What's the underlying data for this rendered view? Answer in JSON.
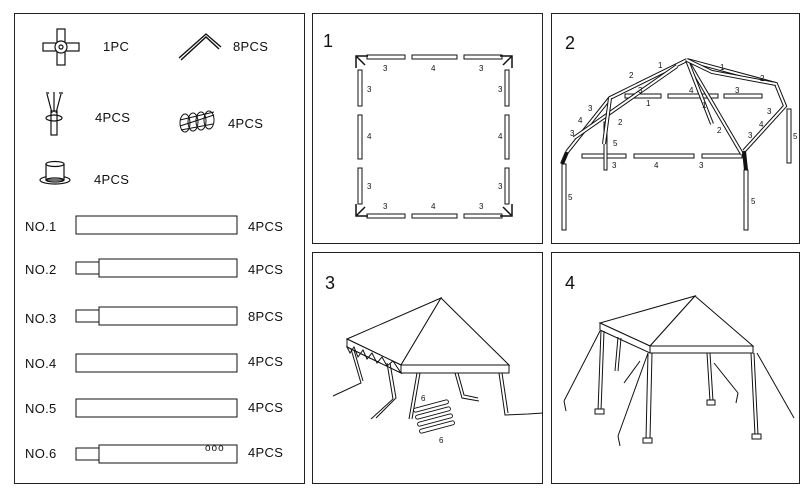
{
  "parts": {
    "hub": {
      "qty": "1PC",
      "icon": "cross-hub-icon"
    },
    "bracket": {
      "qty": "8PCS",
      "icon": "angle-bracket-icon"
    },
    "foot": {
      "qty": "4PCS",
      "icon": "three-leg-foot-icon"
    },
    "rope": {
      "qty": "4PCS",
      "icon": "rope-coil-icon"
    },
    "peg": {
      "qty": "4PCS",
      "icon": "base-plate-icon"
    }
  },
  "poles": [
    {
      "label": "NO.1",
      "qty": "4PCS"
    },
    {
      "label": "NO.2",
      "qty": "4PCS"
    },
    {
      "label": "NO.3",
      "qty": "8PCS"
    },
    {
      "label": "NO.4",
      "qty": "4PCS"
    },
    {
      "label": "NO.5",
      "qty": "4PCS"
    },
    {
      "label": "NO.6",
      "qty": "4PCS",
      "marking": "ooo"
    }
  ],
  "steps": {
    "s1": {
      "title": "1",
      "n3": "3",
      "n4": "4"
    },
    "s2": {
      "title": "2",
      "n1": "1",
      "n2": "2",
      "n3": "3",
      "n4": "4",
      "n5": "5"
    },
    "s3": {
      "title": "3",
      "n6": "6"
    },
    "s4": {
      "title": "4"
    }
  }
}
